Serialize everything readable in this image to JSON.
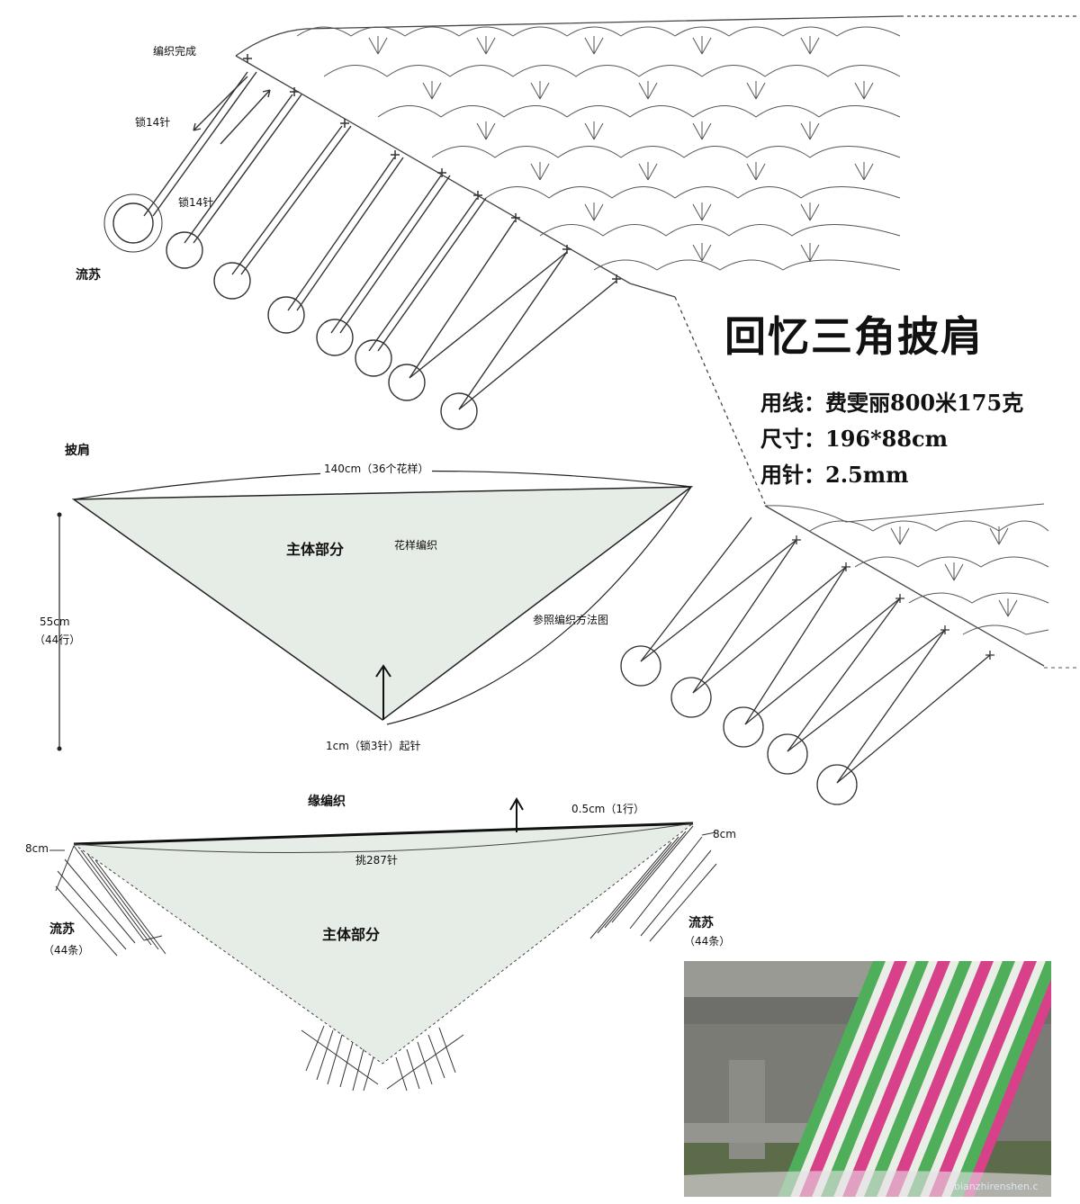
{
  "title": "回忆三角披肩",
  "specs": {
    "yarn": "用线：费雯丽800米175克",
    "size": "尺寸：196*88cm",
    "needle": "用针：2.5mm"
  },
  "chart": {
    "finish_label": "编织完成",
    "chain_label_1": "锁14针",
    "chain_label_2": "锁14针",
    "tassel_label": "流苏"
  },
  "shawl_diagram": {
    "heading": "披肩",
    "top_width": "140cm（36个花样）",
    "body_label": "主体部分",
    "pattern_label": "花样编织",
    "height_value": "55cm",
    "height_rows": "（44行）",
    "side_note": "参照编织方法图",
    "start_label": "1cm（锁3针）起针"
  },
  "edge_diagram": {
    "heading": "缘编织",
    "row_label": "0.5cm（1行）",
    "pickup_label": "挑287针",
    "left_width": "8cm",
    "right_width": "8cm",
    "body_label": "主体部分",
    "tassel_left": "流苏",
    "tassel_left_count": "（44条）",
    "tassel_right": "流苏",
    "tassel_right_count": "（44条）"
  },
  "watermark": {
    "site": "bianzhirenshen.c"
  },
  "colors": {
    "line": "#333333",
    "pink": "#d8408a",
    "green": "#4fae5a",
    "bench": "#8a8a86"
  }
}
